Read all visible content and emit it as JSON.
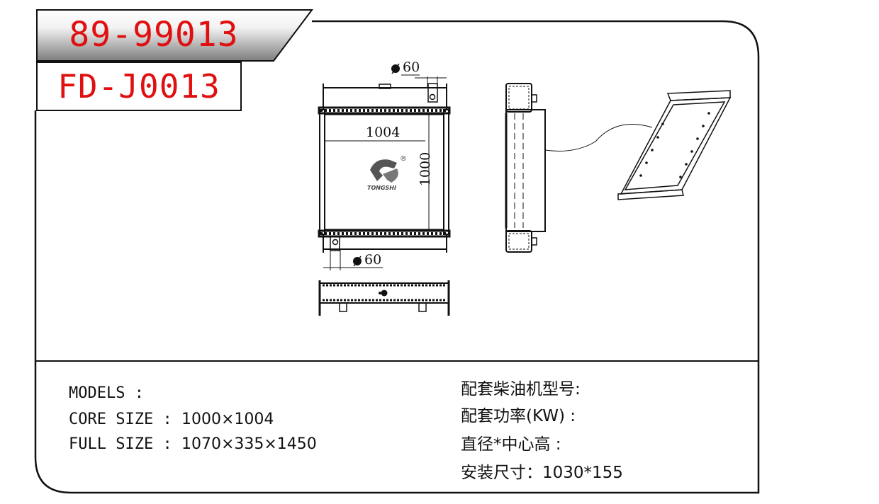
{
  "header": {
    "part_number": "89-99013",
    "model_code": "FD-J0013"
  },
  "drawing": {
    "top_pipe_label": "60",
    "bottom_pipe_label": "60",
    "width_label": "1004",
    "height_label": "1000",
    "logo_text": "TONGSHI",
    "logo_registered": "®"
  },
  "specs_left": {
    "models_label": "MODELS :",
    "models_value": "",
    "core_label": "CORE SIZE : ",
    "core_value": "1000×1004",
    "full_label": "FULL SIZE : ",
    "full_value": "1070×335×1450"
  },
  "specs_right": {
    "engine_model": "配套柴油机型号:",
    "power": "配套功率(KW) :",
    "diameter_center": "直径*中心高 :",
    "install_size_label": "安装尺寸：",
    "install_size_value": "1030*155"
  },
  "colors": {
    "title_text": "#e01010",
    "line": "#111111"
  }
}
